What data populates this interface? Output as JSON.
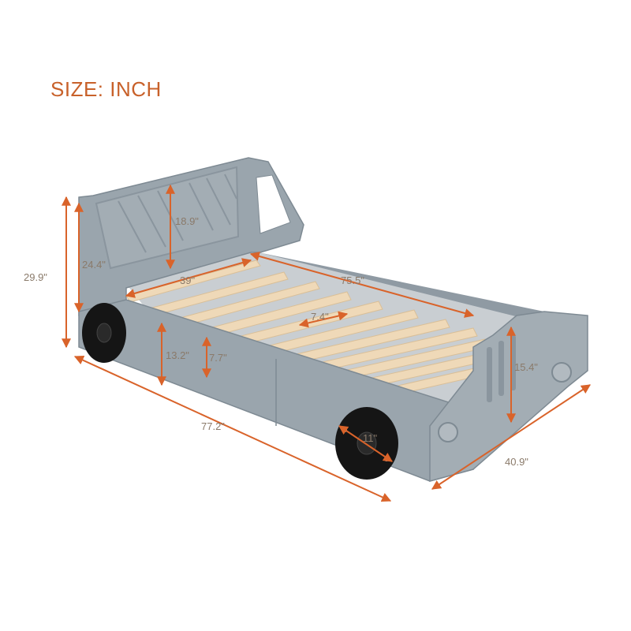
{
  "title": "SIZE: INCH",
  "colors": {
    "accent": "#c8612a",
    "arrow": "#d9632a",
    "bed": "#9aa5ad",
    "bed_shadow": "#7e8a93",
    "slat": "#efd9b8",
    "wheel": "#151515"
  },
  "dimensions": {
    "headboard_inner": "18.9\"",
    "headboard_height": "24.4\"",
    "overall_height": "29.9\"",
    "width_inner": "39\"",
    "length_inner": "75.5\"",
    "slat_gap": "7.4\"",
    "side_rail": "13.2\"",
    "rail_height": "7.7\"",
    "footboard_height": "15.4\"",
    "overall_length": "77.2\"",
    "wheel": "11\"",
    "overall_width": "40.9\""
  }
}
